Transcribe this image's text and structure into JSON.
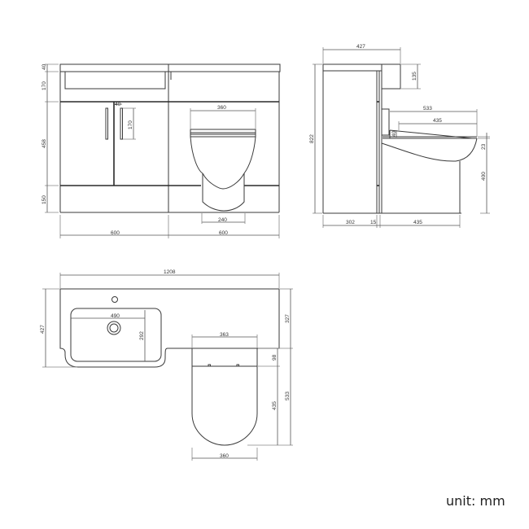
{
  "unit_label": "unit: mm",
  "front_view": {
    "top_thickness": "40",
    "basin_depth": "170",
    "door_height": "458",
    "plinth_height": "150",
    "handle_offset": "40",
    "handle_length": "170",
    "vanity_width": "600",
    "wc_unit_width": "600",
    "pan_width": "360",
    "pan_base_width": "240"
  },
  "side_view": {
    "top_depth": "427",
    "basin_bowl_height": "135",
    "total_height": "822",
    "pan_projection": "533",
    "seat_length": "435",
    "seat_lip": "40",
    "rim_thickness": "23",
    "pan_height": "400",
    "unit_depth": "302",
    "gap": "15",
    "pan_base_depth": "435"
  },
  "plan_view": {
    "overall_width": "1208",
    "overall_depth": "427",
    "basin_width": "490",
    "basin_depth": "292",
    "wc_setback": "327",
    "pan_width_top": "363",
    "cistern_gap": "98",
    "seat_length": "435",
    "pan_projection": "533",
    "pan_width_bottom": "360"
  }
}
